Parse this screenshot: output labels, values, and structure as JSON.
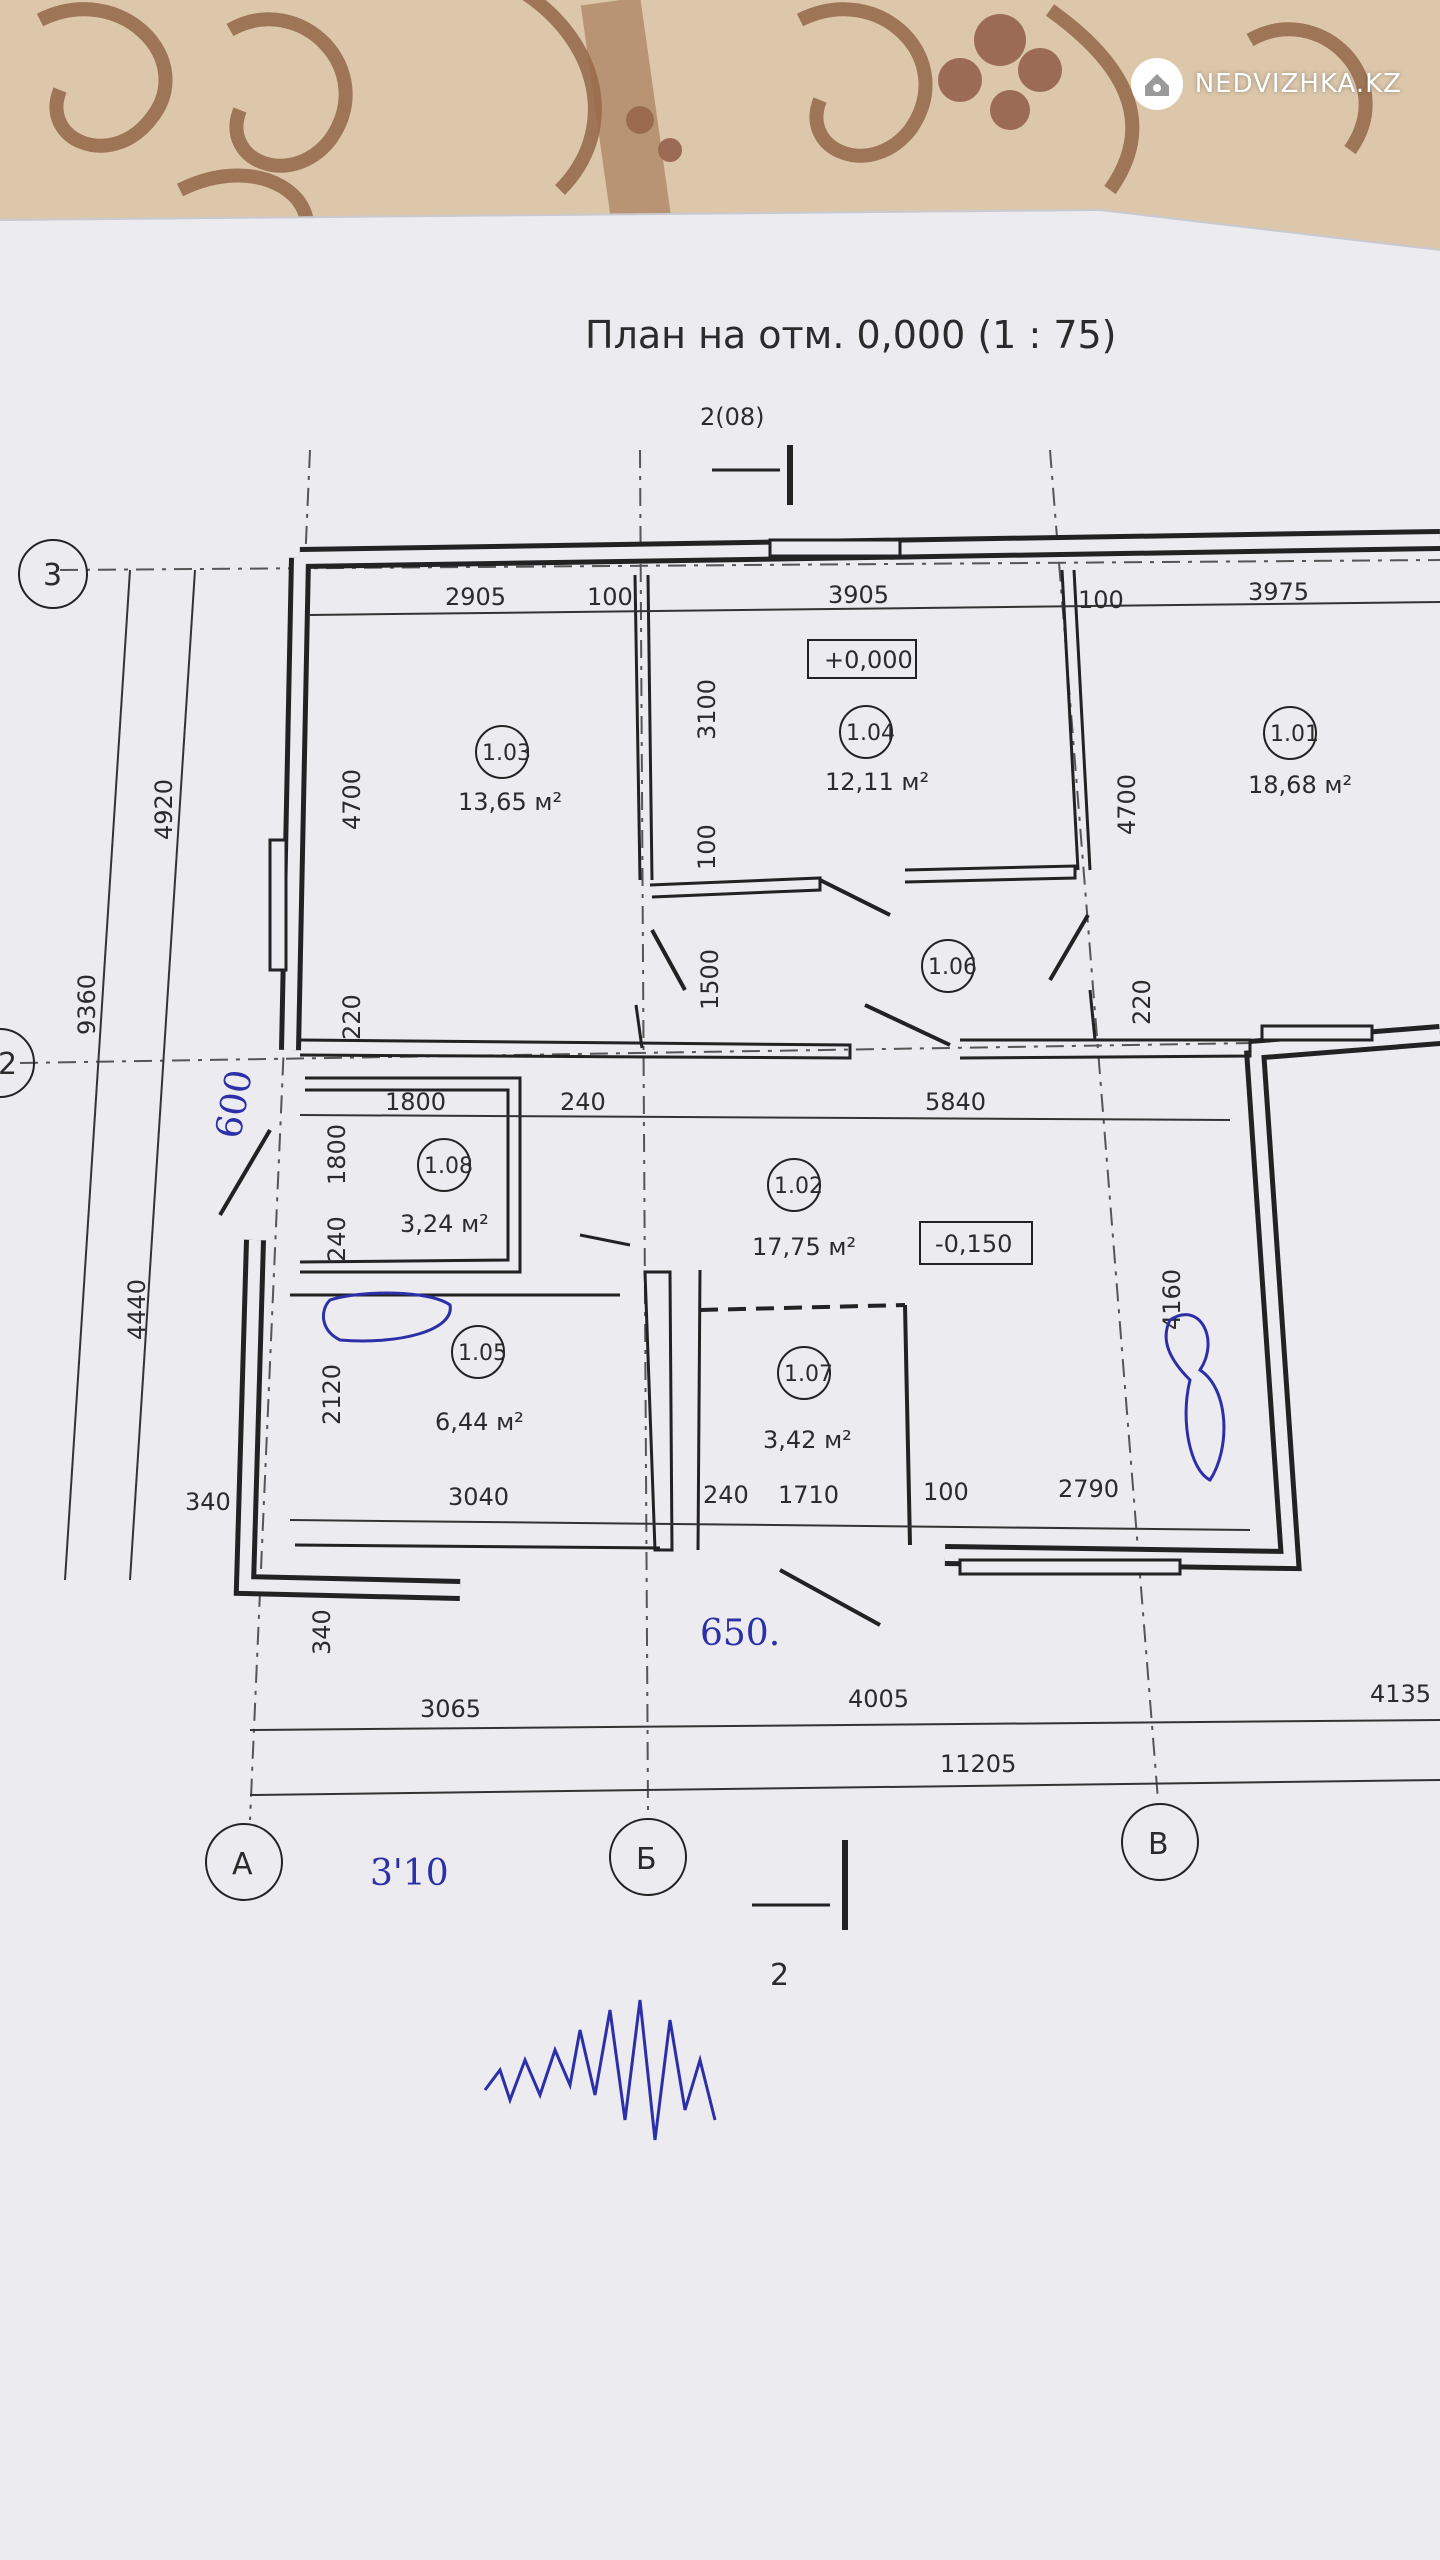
{
  "watermark": {
    "text": "NEDVIZHKA.KZ",
    "icon": "house-pin-icon"
  },
  "plan": {
    "title": "План на отм. 0,000 (1 : 75)",
    "section_top": "2(08)",
    "section_bottom": "2",
    "levels": [
      "+0,000",
      "-0,150"
    ],
    "axes_letters": [
      "А",
      "Б",
      "В"
    ],
    "axes_numbers": [
      "3",
      "2"
    ],
    "rooms": [
      {
        "id": "1.03",
        "area": "13,65 м²"
      },
      {
        "id": "1.04",
        "area": "12,11 м²"
      },
      {
        "id": "1.01",
        "area": "18,68 м²"
      },
      {
        "id": "1.06",
        "area": ""
      },
      {
        "id": "1.08",
        "area": "3,24 м²"
      },
      {
        "id": "1.02",
        "area": "17,75 м²"
      },
      {
        "id": "1.05",
        "area": "6,44 м²"
      },
      {
        "id": "1.07",
        "area": "3,42 м²"
      }
    ],
    "dims_top": [
      "2905",
      "100",
      "3905",
      "100",
      "3975"
    ],
    "dims_inner": [
      "4700",
      "3100",
      "100",
      "1500",
      "220",
      "4700",
      "220"
    ],
    "dims_mid": [
      "1800",
      "240",
      "5840",
      "1800",
      "240",
      "2120",
      "4160"
    ],
    "dims_low": [
      "340",
      "3040",
      "240",
      "1710",
      "100",
      "2790",
      "340"
    ],
    "dims_left": [
      "4920",
      "9360",
      "4440"
    ],
    "dims_bottom": [
      "3065",
      "4005",
      "4135",
      "11205"
    ],
    "handwritten": [
      "600",
      "650.",
      "3'10"
    ]
  }
}
